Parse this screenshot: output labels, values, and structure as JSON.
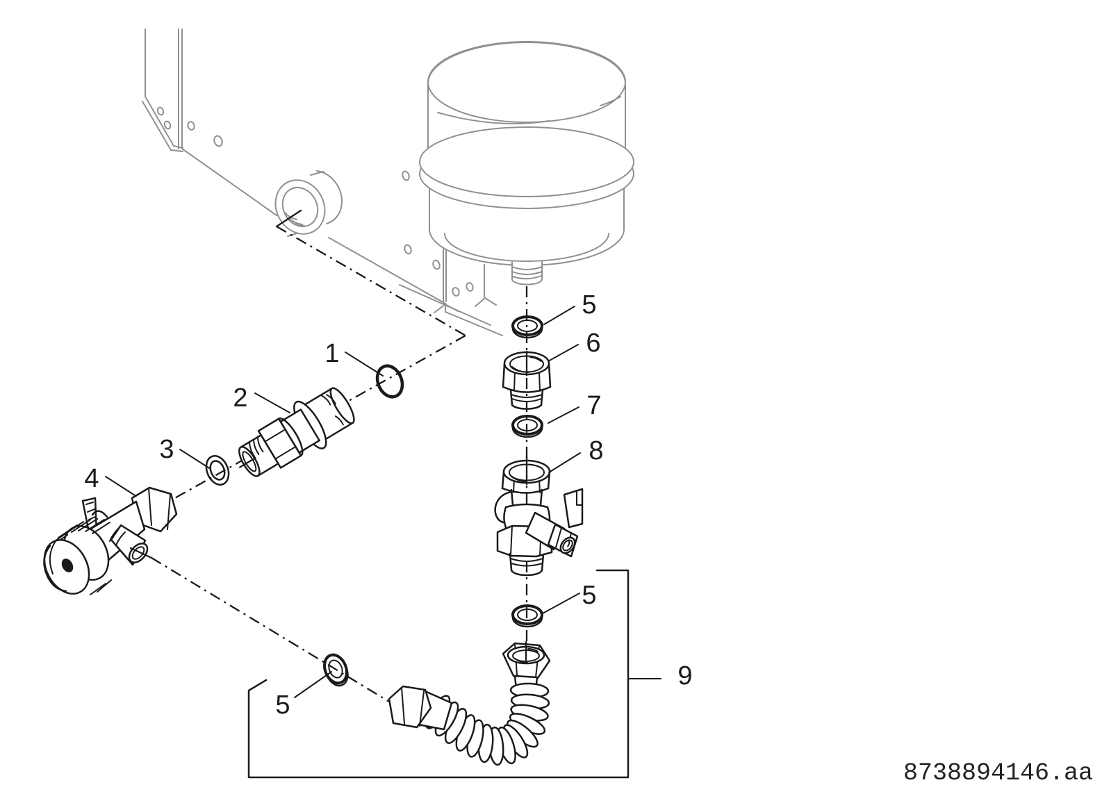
{
  "diagram": {
    "callouts": {
      "n1": "1",
      "n2": "2",
      "n3": "3",
      "n4": "4",
      "n5_top": "5",
      "n6": "6",
      "n7": "7",
      "n8": "8",
      "n5_mid": "5",
      "n5_hose": "5",
      "n9": "9"
    },
    "part_code": "8738894146.aa",
    "colors": {
      "part_line": "#1a1a1a",
      "structure_line": "#909090",
      "background": "#ffffff"
    }
  }
}
